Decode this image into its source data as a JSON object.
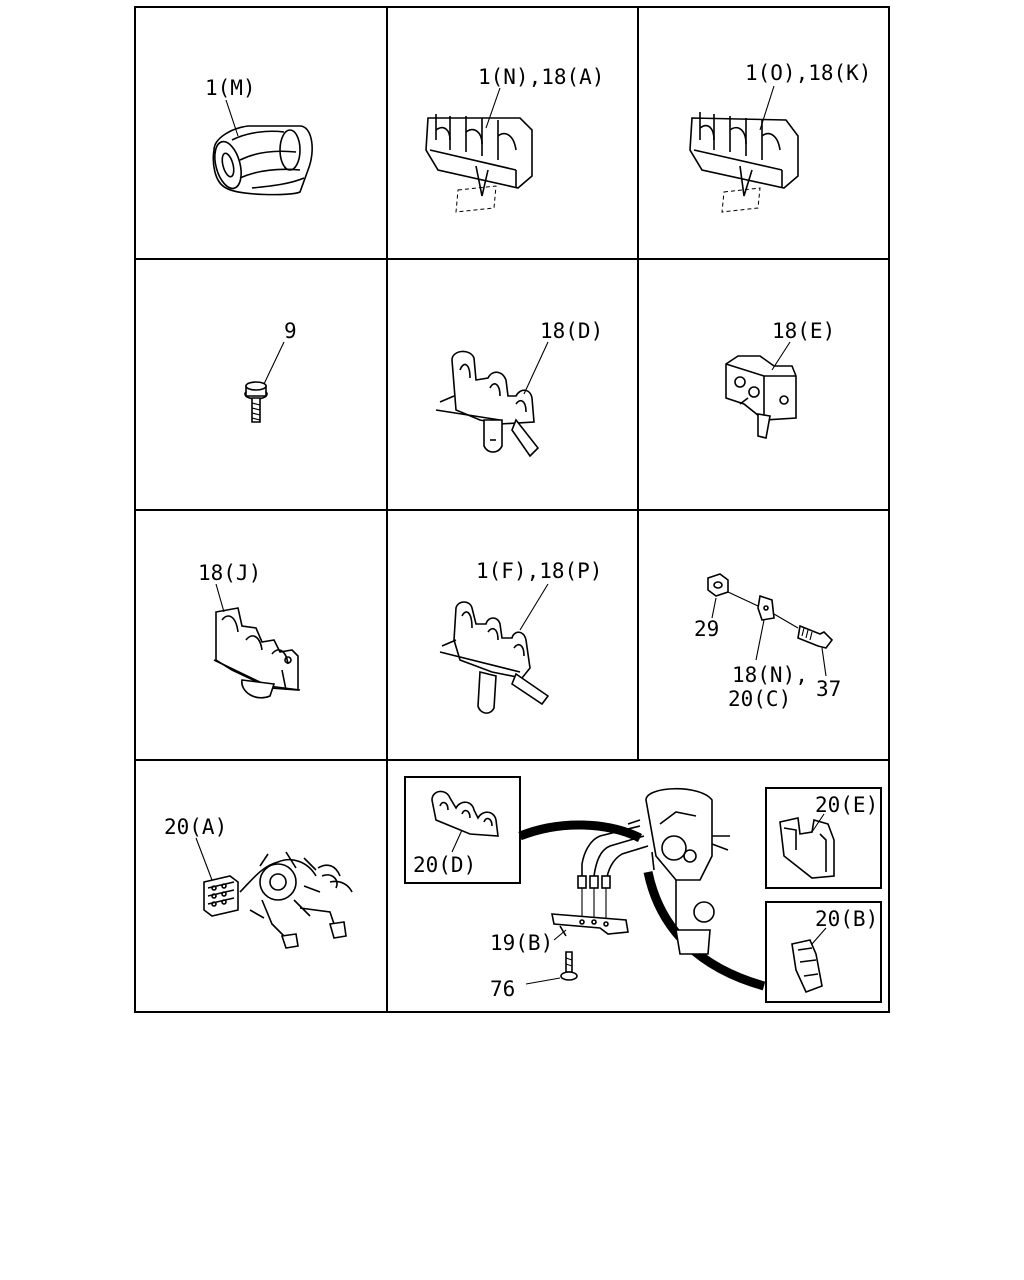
{
  "labels": {
    "c1": "1(M)",
    "c2": "1(N),18(A)",
    "c3": "1(O),18(K)",
    "c4": "9",
    "c5": "18(D)",
    "c6": "18(E)",
    "c7": "18(J)",
    "c8": "1(F),18(P)",
    "c9_nut": "29",
    "c9_clip_1": "18(N),",
    "c9_clip_2": "20(C)",
    "c9_bolt": "37",
    "c10": "20(A)",
    "c11_inset_left": "20(D)",
    "c11_bracket": "19(B)",
    "c11_bolt": "76",
    "c11_inset_top": "20(E)",
    "c11_inset_bottom": "20(B)"
  }
}
